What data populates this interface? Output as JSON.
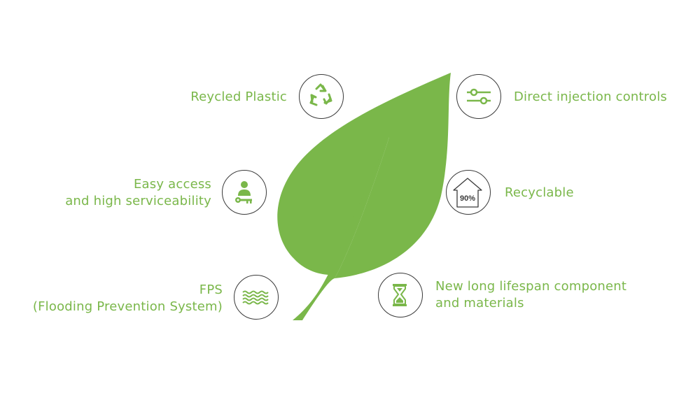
{
  "colors": {
    "accent": "#7ab74a",
    "icon": "#7ab74a",
    "circle_border": "#3a3a3a",
    "background": "#ffffff"
  },
  "features": [
    {
      "id": "recycled-plastic",
      "lines": [
        "Reycled Plastic"
      ],
      "icon": "recycle-icon"
    },
    {
      "id": "direct-injection",
      "lines": [
        "Direct injection controls"
      ],
      "icon": "sliders-icon"
    },
    {
      "id": "easy-access",
      "lines": [
        "Easy access",
        "and high serviceability"
      ],
      "icon": "person-key-icon"
    },
    {
      "id": "recyclable",
      "lines": [
        "Recyclable"
      ],
      "icon": "house-percent-icon",
      "badge": "90%"
    },
    {
      "id": "fps",
      "lines": [
        "FPS",
        "(Flooding Prevention System)"
      ],
      "icon": "waves-icon"
    },
    {
      "id": "lifespan",
      "lines": [
        "New long lifespan component",
        "and materials"
      ],
      "icon": "hourglass-icon"
    }
  ]
}
